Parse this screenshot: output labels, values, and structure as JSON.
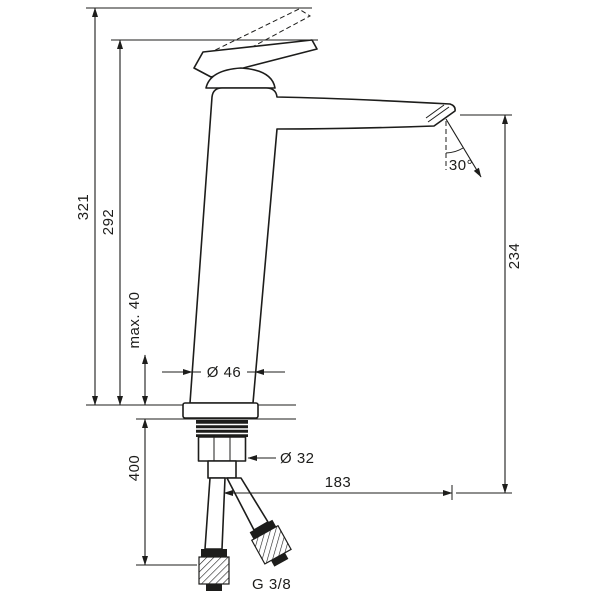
{
  "page": {
    "background": "#ffffff",
    "line_color": "#1d1d1b"
  },
  "dimensions": {
    "overall_height": "321",
    "height_to_lever": "292",
    "max_deck_thickness": "max. 40",
    "below_deck_length": "400",
    "outlet_height": "234",
    "outlet_angle": "30°",
    "base_diameter": "Ø 46",
    "shank_diameter": "Ø 32",
    "outlet_reach": "183",
    "connection_thread": "G 3/8"
  }
}
